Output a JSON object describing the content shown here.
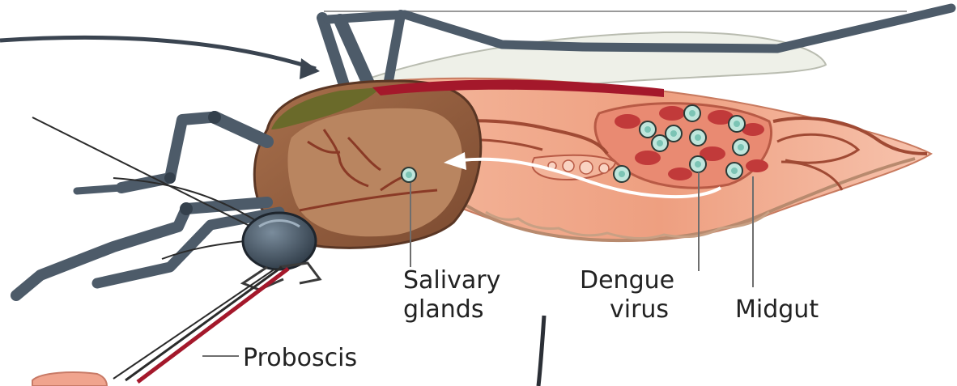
{
  "labels": {
    "salivary_line1": "Salivary",
    "salivary_line2": "glands",
    "dengue_line1": "Dengue",
    "dengue_line2": "virus",
    "midgut": "Midgut",
    "proboscis": "Proboscis"
  },
  "colors": {
    "leg": "#4d5b69",
    "leg_dark": "#34404c",
    "thorax": "#8b5a3c",
    "abdomen": "#f1a98c",
    "abdomen_dark": "#d97e63",
    "vein": "#a04a34",
    "wing": "#eef0e8",
    "scutum": "#6a6a2a",
    "blood_red": "#a4182b",
    "virus": "#bfe6dc"
  }
}
